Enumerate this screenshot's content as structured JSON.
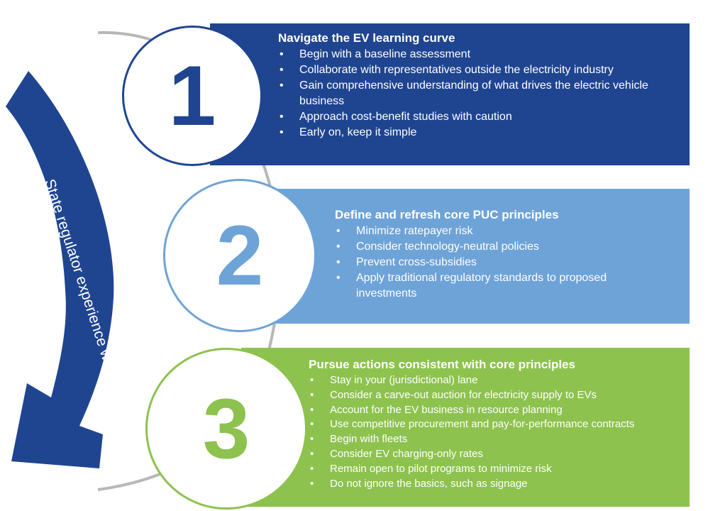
{
  "arrow": {
    "label": "State regulator experience with EVs",
    "color": "#1f4591"
  },
  "connector_color": "#b7b7b7",
  "steps": [
    {
      "number": "1",
      "color": "#1f4591",
      "title": "Navigate the EV learning curve",
      "items": [
        "Begin with a baseline assessment",
        "Collaborate with representatives outside the electricity industry",
        "Gain comprehensive understanding of what drives the electric vehicle business",
        "Approach cost-benefit studies with caution",
        "Early on, keep it simple"
      ]
    },
    {
      "number": "2",
      "color": "#6ea3d8",
      "title": "Define and refresh core PUC principles",
      "items": [
        "Minimize ratepayer risk",
        "Consider technology-neutral policies",
        "Prevent cross-subsidies",
        "Apply traditional regulatory standards to proposed investments"
      ]
    },
    {
      "number": "3",
      "color": "#8dc24e",
      "title": "Pursue actions consistent with core principles",
      "items": [
        "Stay in your (jurisdictional) lane",
        "Consider a carve-out auction for electricity supply to EVs",
        "Account for the EV business in resource planning",
        "Use competitive procurement and pay-for-performance contracts",
        "Begin with fleets",
        "Consider EV charging-only rates",
        "Remain open to pilot programs to minimize risk",
        "Do not ignore the basics, such as signage"
      ]
    }
  ]
}
